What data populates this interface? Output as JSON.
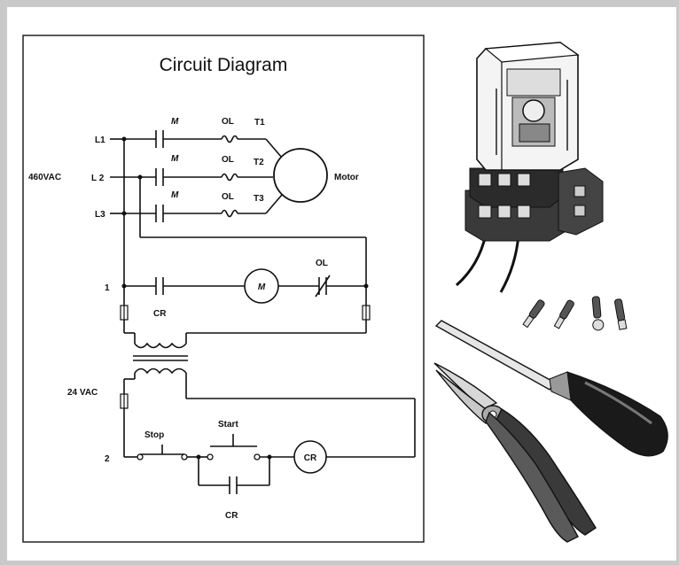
{
  "diagram": {
    "title": "Circuit Diagram",
    "labels": {
      "l1": "L1",
      "l2": "L 2",
      "l3": "L3",
      "voltage_main": "460VAC",
      "m1": "M",
      "m2": "M",
      "m3": "M",
      "ol1": "OL",
      "ol2": "OL",
      "ol3": "OL",
      "t1": "T1",
      "t2": "T2",
      "t3": "T3",
      "motor": "Motor",
      "line1": "1",
      "cr_contact": "CR",
      "m_coil": "M",
      "ol_contact": "OL",
      "voltage_control": "24 VAC",
      "line2": "2",
      "stop": "Stop",
      "start": "Start",
      "cr_coil": "CR",
      "cr_seal": "CR"
    }
  },
  "illustrations": {
    "relay": "relay-icon",
    "terminals": "wire-terminal-icon",
    "screwdriver": "screwdriver-icon",
    "pliers": "pliers-icon"
  },
  "colors": {
    "background": "#c9c9c9",
    "panel": "#ffffff",
    "ink": "#111111"
  }
}
